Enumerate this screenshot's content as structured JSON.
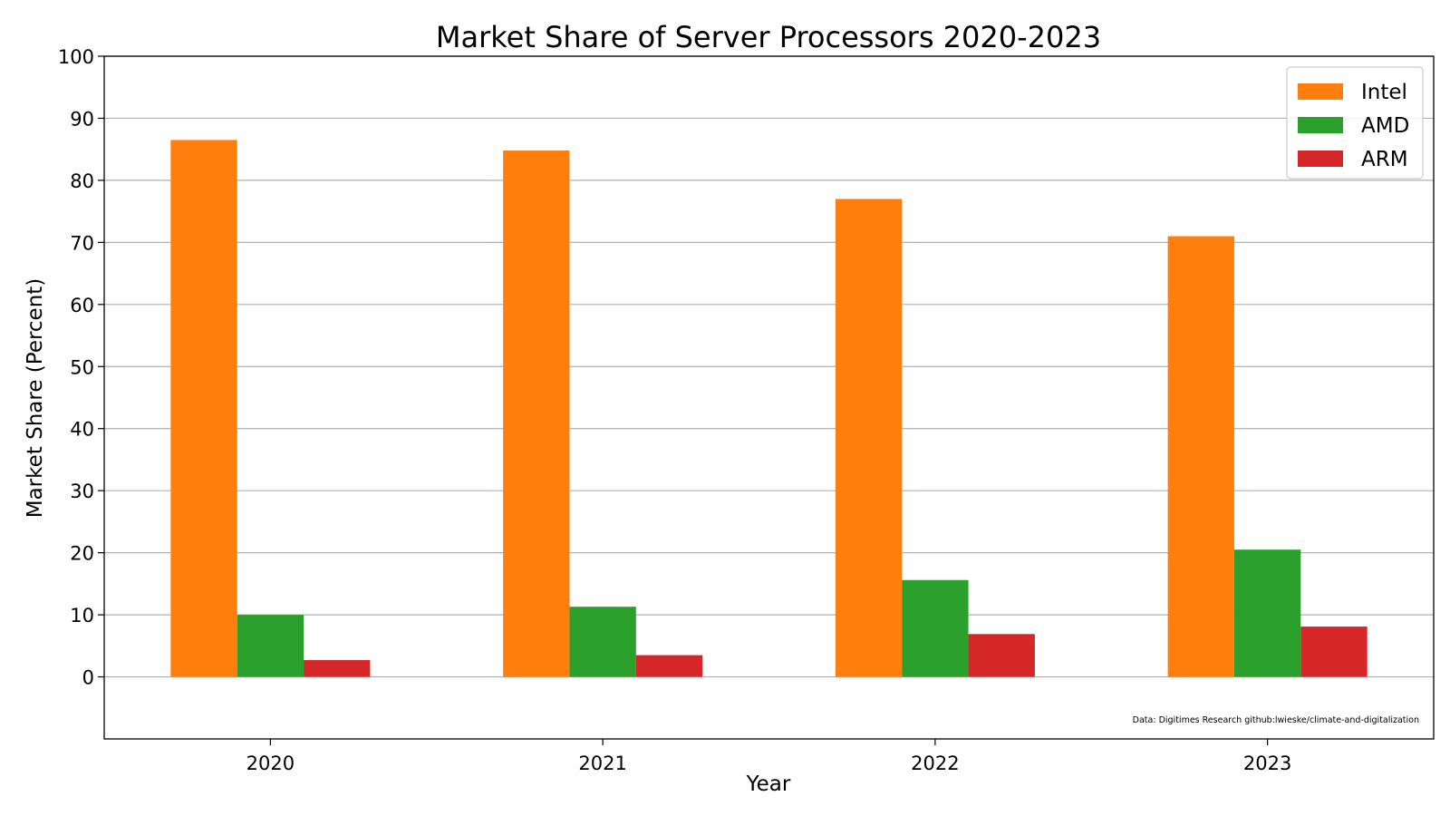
{
  "chart_data": {
    "type": "bar",
    "title": "Market Share of Server Processors 2020-2023",
    "xlabel": "Year",
    "ylabel": "Market Share (Percent)",
    "categories": [
      "2020",
      "2021",
      "2022",
      "2023"
    ],
    "series": [
      {
        "name": "Intel",
        "color": "#ff7f0e",
        "values": [
          86.5,
          84.8,
          77.0,
          71.0
        ]
      },
      {
        "name": "AMD",
        "color": "#2ca02c",
        "values": [
          10.0,
          11.3,
          15.6,
          20.5
        ]
      },
      {
        "name": "ARM",
        "color": "#d62728",
        "values": [
          2.7,
          3.5,
          6.9,
          8.1
        ]
      }
    ],
    "ylim": [
      -10,
      100
    ],
    "yticks": [
      0,
      10,
      20,
      30,
      40,
      50,
      60,
      70,
      80,
      90,
      100
    ],
    "grid": "horizontal",
    "legend_position": "top-right",
    "source_note": "Data: Digitimes Research   github:lwieske/climate-and-digitalization"
  }
}
